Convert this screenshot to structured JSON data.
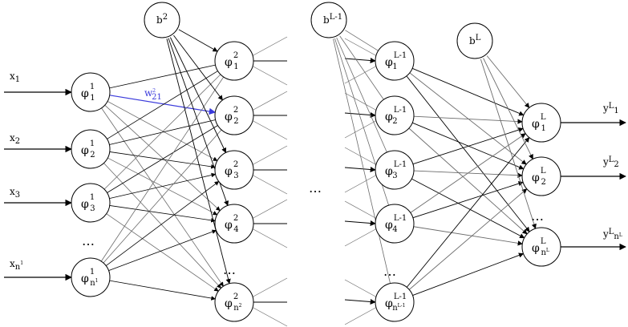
{
  "inputs": [
    {
      "base": "x",
      "sub": "1"
    },
    {
      "base": "x",
      "sub": "2"
    },
    {
      "base": "x",
      "sub": "3"
    },
    {
      "base": "x",
      "sub": "n",
      "subsup": "1"
    }
  ],
  "bias": [
    {
      "base": "b",
      "sup": "2"
    },
    {
      "base": "b",
      "sup": "L-1"
    },
    {
      "base": "b",
      "sup": "L"
    }
  ],
  "layer1": [
    {
      "phi": "φ",
      "sup": "1",
      "sub": "1"
    },
    {
      "phi": "φ",
      "sup": "1",
      "sub": "2"
    },
    {
      "phi": "φ",
      "sup": "1",
      "sub": "3"
    },
    {
      "phi": "φ",
      "sup": "1",
      "sub": "n",
      "subsup": "1"
    }
  ],
  "layer2": [
    {
      "phi": "φ",
      "sup": "2",
      "sub": "1"
    },
    {
      "phi": "φ",
      "sup": "2",
      "sub": "2"
    },
    {
      "phi": "φ",
      "sup": "2",
      "sub": "3"
    },
    {
      "phi": "φ",
      "sup": "2",
      "sub": "4"
    },
    {
      "phi": "φ",
      "sup": "2",
      "sub": "n",
      "subsup": "2"
    }
  ],
  "layerLm1": [
    {
      "phi": "φ",
      "sup": "L-1",
      "sub": "1"
    },
    {
      "phi": "φ",
      "sup": "L-1",
      "sub": "2"
    },
    {
      "phi": "φ",
      "sup": "L-1",
      "sub": "3"
    },
    {
      "phi": "φ",
      "sup": "L-1",
      "sub": "4"
    },
    {
      "phi": "φ",
      "sup": "L-1",
      "sub": "n",
      "subsup": "L-1"
    }
  ],
  "layerL": [
    {
      "phi": "φ",
      "sup": "L",
      "sub": "1"
    },
    {
      "phi": "φ",
      "sup": "L",
      "sub": "2"
    },
    {
      "phi": "φ",
      "sup": "L",
      "sub": "n",
      "subsup": "L"
    }
  ],
  "outputs": [
    {
      "base": "y",
      "sup": "L",
      "sub": "1"
    },
    {
      "base": "y",
      "sup": "L",
      "sub": "2"
    },
    {
      "base": "y",
      "sup": "L",
      "sub": "n",
      "subsup": "L"
    }
  ],
  "weight_label": {
    "base": "w",
    "sup": "2",
    "sub": "21"
  },
  "ellipsis": "…",
  "colors": {
    "edge": "#6b6b6b",
    "edge_strong": "#000000",
    "highlight": "#3a3adb"
  }
}
